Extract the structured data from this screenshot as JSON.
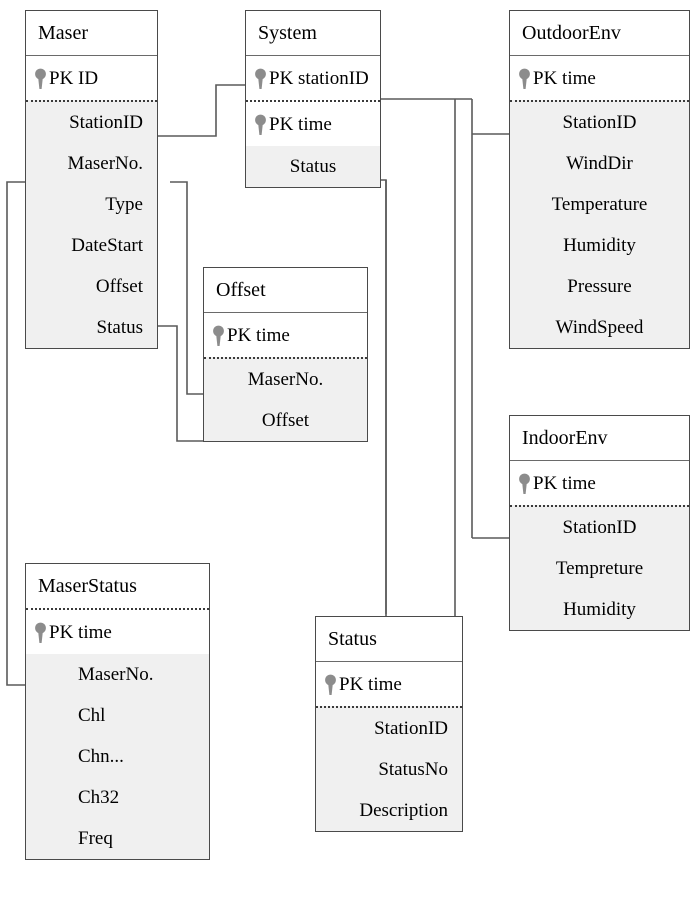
{
  "diagram": {
    "type": "entity-relationship-diagram",
    "title": "",
    "colors": {
      "entity_border": "#4a4a4a",
      "title_background": "#ffffff",
      "pk_background": "#ffffff",
      "attribute_background": "#f0f0f0",
      "key_icon": "#8c8c8c",
      "connector": "#5a5a5a",
      "text": "#000000"
    },
    "pk_label": "PK",
    "key_icon_name": "primary-key-icon"
  },
  "entities": [
    {
      "id": "maser",
      "name": "Maser",
      "title_separator": "solid",
      "primary_keys": [
        {
          "label": "PK ID",
          "prefix": "PK",
          "field": "ID"
        }
      ],
      "attributes": [
        "StationID",
        "MaserNo.",
        "Type",
        "DateStart",
        "Offset",
        "Status"
      ]
    },
    {
      "id": "system",
      "name": "System",
      "title_separator": "solid",
      "primary_keys": [
        {
          "label": "PK stationID",
          "prefix": "PK",
          "field": "stationID"
        },
        {
          "label": "PK time",
          "prefix": "PK",
          "field": "time"
        }
      ],
      "attributes": [
        "Status"
      ]
    },
    {
      "id": "outdoorenv",
      "name": "OutdoorEnv",
      "title_separator": "solid",
      "primary_keys": [
        {
          "label": "PK time",
          "prefix": "PK",
          "field": "time"
        }
      ],
      "attributes": [
        "StationID",
        "WindDir",
        "Temperature",
        "Humidity",
        "Pressure",
        "WindSpeed"
      ]
    },
    {
      "id": "indoorenv",
      "name": "IndoorEnv",
      "title_separator": "solid",
      "primary_keys": [
        {
          "label": "PK time",
          "prefix": "PK",
          "field": "time"
        }
      ],
      "attributes": [
        "StationID",
        "Tempreture",
        "Humidity"
      ]
    },
    {
      "id": "offset",
      "name": "Offset",
      "title_separator": "solid",
      "primary_keys": [
        {
          "label": "PK time",
          "prefix": "PK",
          "field": "time"
        }
      ],
      "attributes": [
        "MaserNo.",
        "Offset"
      ]
    },
    {
      "id": "status",
      "name": "Status",
      "title_separator": "solid",
      "primary_keys": [
        {
          "label": "PK time",
          "prefix": "PK",
          "field": "time"
        }
      ],
      "attributes": [
        "StationID",
        "StatusNo",
        "Description"
      ]
    },
    {
      "id": "maserstatus",
      "name": "MaserStatus",
      "title_separator": "dotted",
      "primary_keys": [
        {
          "label": "PK time",
          "prefix": "PK",
          "field": "time"
        }
      ],
      "attributes": [
        "MaserNo.",
        "Chl",
        "Chn...",
        "Ch32",
        "Freq"
      ]
    }
  ],
  "relationships": [
    {
      "from": "Maser.StationID",
      "to": "System.stationID"
    },
    {
      "from": "Maser.MaserNo.",
      "to": "Offset.MaserNo."
    },
    {
      "from": "Maser.MaserNo.",
      "to": "MaserStatus.MaserNo."
    },
    {
      "from": "Maser.Offset",
      "to": "Offset.Offset"
    },
    {
      "from": "System.stationID",
      "to": "OutdoorEnv.StationID"
    },
    {
      "from": "System.stationID",
      "to": "IndoorEnv.StationID"
    },
    {
      "from": "System.stationID",
      "to": "Status.StationID"
    },
    {
      "from": "System.Status",
      "to": "Status"
    }
  ]
}
